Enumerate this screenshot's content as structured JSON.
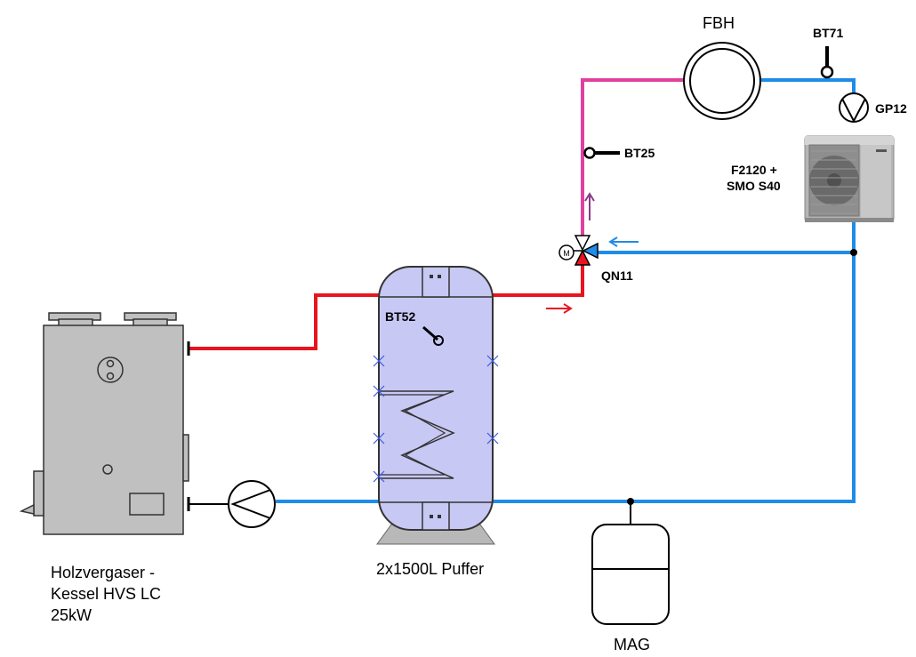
{
  "labels": {
    "boiler": [
      "Holzvergaser -",
      "Kessel HVS LC",
      "25kW"
    ],
    "buffer": "2x1500L Puffer",
    "mag": "MAG",
    "fbh": "FBH",
    "bt71": "BT71",
    "gp12": "GP12",
    "heatpump": [
      "F2120 +",
      "SMO S40"
    ],
    "bt25": "BT25",
    "qn11": "QN11",
    "bt52": "BT52"
  },
  "colors": {
    "supply_hot": "#e8141e",
    "supply_mixed": "#e040a0",
    "return_cold": "#1e8ce8",
    "arrow_up": "#8b3a8b",
    "boiler_body": "#c0c0c0",
    "buffer_body": "#c8c8f5",
    "heatpump_body": "#b5b5b5"
  }
}
